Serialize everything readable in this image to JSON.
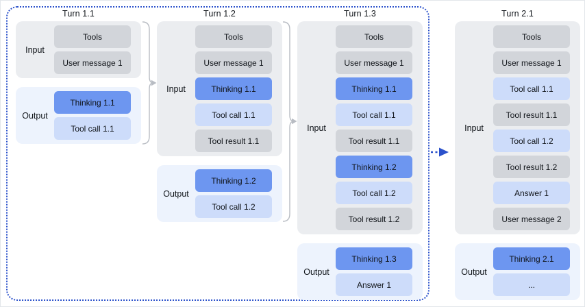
{
  "colors": {
    "canvas_bg": "#ffffff",
    "thinking_block": "#6d96f0",
    "tool_call_block": "#cddcfa",
    "context_block": "#d2d5da",
    "input_panel_bg": "#ebedf0",
    "output_panel_bg": "#edf3fd",
    "frame_blue": "#2b51cb",
    "bracket_gray": "#b8bcc3",
    "text": "#101419"
  },
  "icons": {
    "carryover_bracket": "bracket-arrow-right-icon",
    "next_turn_arrow": "dashed-arrow-right-icon"
  },
  "turns": [
    {
      "title": "Turn 1.1",
      "input": {
        "label": "Input",
        "blocks": [
          {
            "label": "Tools",
            "type": "gray"
          },
          {
            "label": "User message 1",
            "type": "gray"
          }
        ]
      },
      "output": {
        "label": "Output",
        "blocks": [
          {
            "label": "Thinking 1.1",
            "type": "blue"
          },
          {
            "label": "Tool call 1.1",
            "type": "light"
          }
        ]
      }
    },
    {
      "title": "Turn 1.2",
      "input": {
        "label": "Input",
        "blocks": [
          {
            "label": "Tools",
            "type": "gray"
          },
          {
            "label": "User message 1",
            "type": "gray"
          },
          {
            "label": "Thinking 1.1",
            "type": "blue"
          },
          {
            "label": "Tool call 1.1",
            "type": "light"
          },
          {
            "label": "Tool result 1.1",
            "type": "gray"
          }
        ]
      },
      "output": {
        "label": "Output",
        "blocks": [
          {
            "label": "Thinking 1.2",
            "type": "blue"
          },
          {
            "label": "Tool call 1.2",
            "type": "light"
          }
        ]
      }
    },
    {
      "title": "Turn 1.3",
      "input": {
        "label": "Input",
        "blocks": [
          {
            "label": "Tools",
            "type": "gray"
          },
          {
            "label": "User message 1",
            "type": "gray"
          },
          {
            "label": "Thinking 1.1",
            "type": "blue"
          },
          {
            "label": "Tool call 1.1",
            "type": "light"
          },
          {
            "label": "Tool result 1.1",
            "type": "gray"
          },
          {
            "label": "Thinking 1.2",
            "type": "blue"
          },
          {
            "label": "Tool call 1.2",
            "type": "light"
          },
          {
            "label": "Tool result 1.2",
            "type": "gray"
          }
        ]
      },
      "output": {
        "label": "Output",
        "blocks": [
          {
            "label": "Thinking 1.3",
            "type": "blue"
          },
          {
            "label": "Answer 1",
            "type": "light"
          }
        ]
      }
    },
    {
      "title": "Turn 2.1",
      "input": {
        "label": "Input",
        "blocks": [
          {
            "label": "Tools",
            "type": "gray"
          },
          {
            "label": "User message 1",
            "type": "gray"
          },
          {
            "label": "Tool call 1.1",
            "type": "light"
          },
          {
            "label": "Tool result 1.1",
            "type": "gray"
          },
          {
            "label": "Tool call 1.2",
            "type": "light"
          },
          {
            "label": "Tool result 1.2",
            "type": "gray"
          },
          {
            "label": "Answer 1",
            "type": "light"
          },
          {
            "label": "User message 2",
            "type": "gray"
          }
        ]
      },
      "output": {
        "label": "Output",
        "blocks": [
          {
            "label": "Thinking 2.1",
            "type": "blue"
          },
          {
            "label": "...",
            "type": "light"
          }
        ]
      }
    }
  ]
}
